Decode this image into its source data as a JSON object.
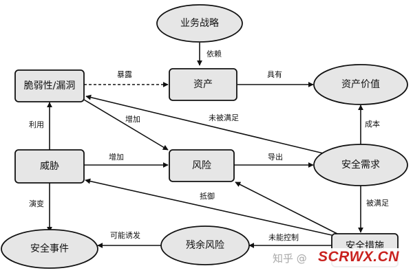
{
  "nodes": [
    {
      "id": "strategy",
      "label": "业务战略",
      "shape": "ellipse"
    },
    {
      "id": "vuln",
      "label": "脆弱性/漏洞",
      "shape": "rect"
    },
    {
      "id": "asset",
      "label": "资产",
      "shape": "rect"
    },
    {
      "id": "value",
      "label": "资产价值",
      "shape": "ellipse"
    },
    {
      "id": "threat",
      "label": "威胁",
      "shape": "rect"
    },
    {
      "id": "risk",
      "label": "风险",
      "shape": "rect"
    },
    {
      "id": "need",
      "label": "安全需求",
      "shape": "ellipse"
    },
    {
      "id": "event",
      "label": "安全事件",
      "shape": "ellipse"
    },
    {
      "id": "residual",
      "label": "残余风险",
      "shape": "ellipse"
    },
    {
      "id": "measure",
      "label": "安全措施",
      "shape": "rect"
    }
  ],
  "edges": [
    {
      "id": "strategy-asset",
      "label": "依赖"
    },
    {
      "id": "vuln-asset",
      "label": "暴露",
      "style": "dashed"
    },
    {
      "id": "asset-value",
      "label": "具有"
    },
    {
      "id": "need-vuln",
      "label": "未被满足"
    },
    {
      "id": "threat-vuln",
      "label": "利用"
    },
    {
      "id": "threat-risk",
      "label": "增加"
    },
    {
      "id": "vuln-risk",
      "label": "增加"
    },
    {
      "id": "risk-need",
      "label": "导出"
    },
    {
      "id": "need-value",
      "label": "成本"
    },
    {
      "id": "measure-threat",
      "label": "抵御"
    },
    {
      "id": "need-measure",
      "label": "被满足"
    },
    {
      "id": "threat-event",
      "label": "演变"
    },
    {
      "id": "measure-residual",
      "label": "未能控制"
    },
    {
      "id": "residual-event",
      "label": "可能诱发"
    },
    {
      "id": "measure-risk",
      "label": ""
    }
  ],
  "watermark": {
    "source": "知乎 @",
    "brand": "SCRWX.CN"
  }
}
